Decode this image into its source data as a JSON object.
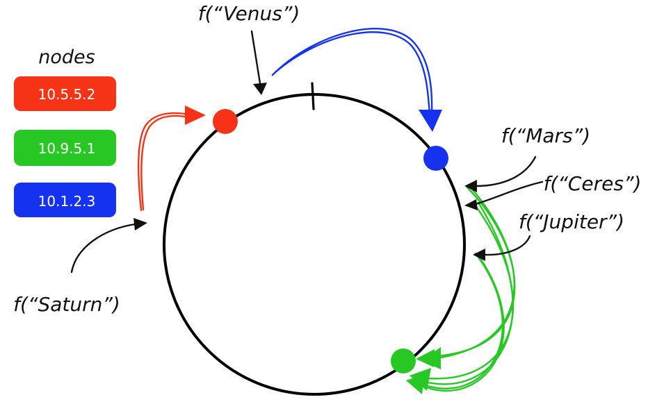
{
  "legend": {
    "title": "nodes",
    "nodes": [
      {
        "label": "10.5.5.2",
        "color": "#f63317"
      },
      {
        "label": "10.9.5.1",
        "color": "#27c823"
      },
      {
        "label": "10.1.2.3",
        "color": "#1432f0"
      }
    ]
  },
  "keys": {
    "venus": "f(“Venus”)",
    "mars": "f(“Mars”)",
    "ceres": "f(“Ceres”)",
    "jupiter": "f(“Jupiter”)",
    "saturn": "f(“Saturn”)"
  },
  "colors": {
    "ring": "#000000",
    "key_arrow": "#111111",
    "red_node": "#f63317",
    "green_node": "#27c823",
    "blue_node": "#1432f0"
  }
}
